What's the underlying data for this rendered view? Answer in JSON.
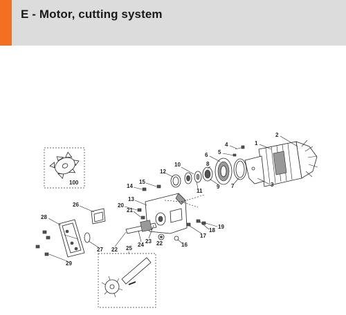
{
  "header": {
    "title": "E - Motor, cutting system",
    "accent_color": "#f36f21",
    "background_color": "#dcdcdc"
  },
  "callouts": {
    "c1": "1",
    "c2": "2",
    "c3": "3",
    "c4": "4",
    "c5": "5",
    "c6": "6",
    "c7": "7",
    "c8": "8",
    "c9": "9",
    "c10": "10",
    "c11": "11",
    "c12": "12",
    "c13": "13",
    "c14": "14",
    "c15": "15",
    "c16": "16",
    "c17": "17",
    "c18": "18",
    "c19": "19",
    "c20": "20",
    "c21": "21",
    "c22a": "22",
    "c22b": "22",
    "c23": "23",
    "c24": "24",
    "c25": "25",
    "c26": "26",
    "c27": "27",
    "c28": "28",
    "c29": "29",
    "c100": "100"
  }
}
